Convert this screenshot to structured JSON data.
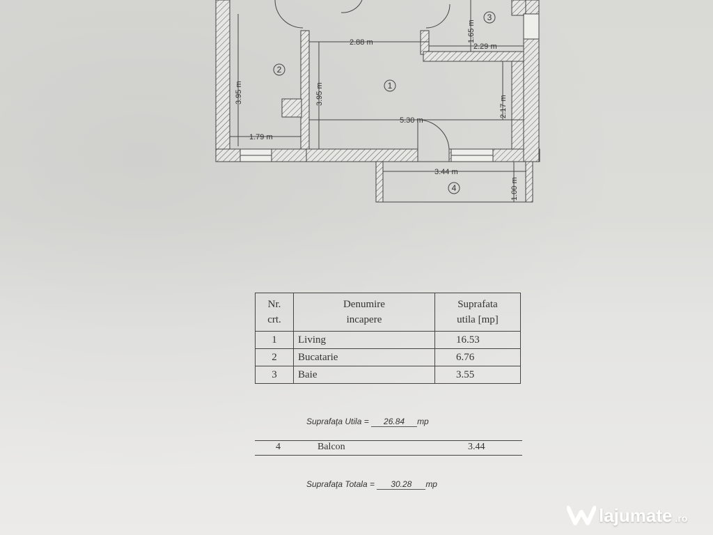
{
  "plan": {
    "dims": {
      "kitchen_height": "3.95 m",
      "living_height": "3.95 m",
      "hall_width": "2.88 m",
      "bath_height": "1.65 m",
      "bath_width": "2.29 m",
      "living_width": "5.30 m",
      "living_side": "2.17 m",
      "kitchen_width": "1.79 m",
      "balcony_width": "3.44 m",
      "balcony_depth": "1.00 m"
    },
    "room_numbers": [
      "1",
      "2",
      "3",
      "4"
    ]
  },
  "table": {
    "headers": {
      "nr_line1": "Nr.",
      "nr_line2": "crt.",
      "name_line1": "Denumire",
      "name_line2": "incapere",
      "area_line1": "Suprafata",
      "area_line2": "utila [mp]"
    },
    "rows": [
      {
        "nr": "1",
        "name": "Living",
        "area": "16.53"
      },
      {
        "nr": "2",
        "name": "Bucatarie",
        "area": "6.76"
      },
      {
        "nr": "3",
        "name": "Baie",
        "area": "3.55"
      }
    ]
  },
  "summary": {
    "useful_label": "Suprafaţa Utila =",
    "useful_value": "26.84",
    "useful_unit": "mp",
    "balcony_nr": "4",
    "balcony_name": "Balcon",
    "balcony_area": "3.44",
    "total_label": "Suprafaţa Totala =",
    "total_value": "30.28",
    "total_unit": "mp"
  },
  "watermark": {
    "brand": "lajumate",
    "tld": ".ro"
  }
}
